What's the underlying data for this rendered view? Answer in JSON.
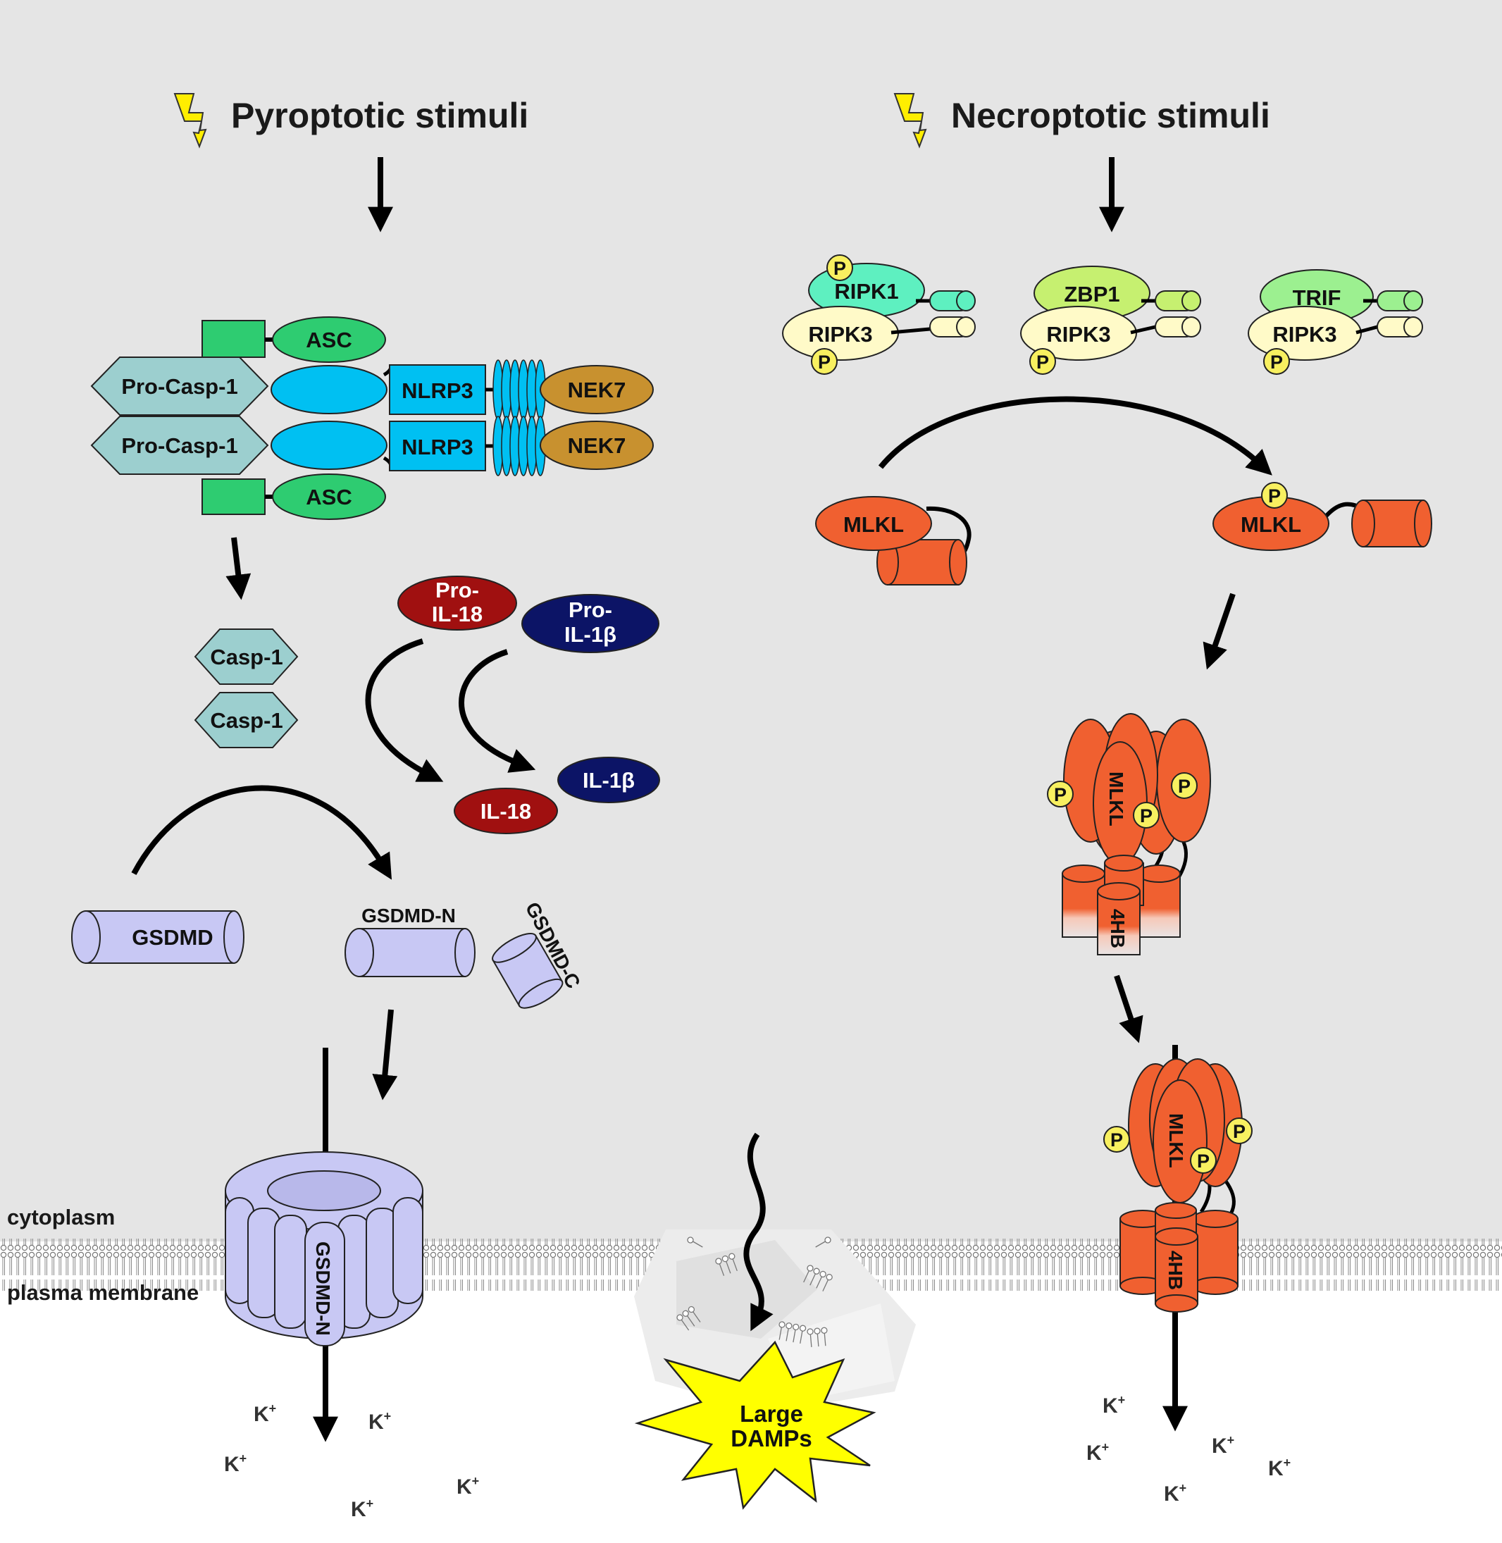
{
  "stimuli": {
    "pyroptotic": "Pyroptotic stimuli",
    "necroptotic": "Necroptotic stimuli"
  },
  "compartments": {
    "cytoplasm": "cytoplasm",
    "plasma_membrane": "plasma membrane"
  },
  "inflammasome": {
    "asc": "ASC",
    "pro_casp1": "Pro-Casp-1",
    "nlrp3": "NLRP3",
    "nek7": "NEK7"
  },
  "caspase": {
    "casp1": "Casp-1"
  },
  "cytokines": {
    "pro_il18_line1": "Pro-",
    "pro_il18_line2": "IL-18",
    "pro_il1b_line1": "Pro-",
    "pro_il1b_line2": "IL-1β",
    "il18": "IL-18",
    "il1b": "IL-1β"
  },
  "gasdermin": {
    "gsdmd": "GSDMD",
    "gsdmd_n": "GSDMD-N",
    "gsdmd_c": "GSDMD-C"
  },
  "necrosome": {
    "ripk1": "RIPK1",
    "ripk3": "RIPK3",
    "zbp1": "ZBP1",
    "trif": "TRIF",
    "phospho": "P"
  },
  "mlkl": {
    "label": "MLKL",
    "helix_bundle": "4HB"
  },
  "damps": {
    "line1": "Large",
    "line2": "DAMPs"
  },
  "ions": {
    "k": "K",
    "charge": "+"
  },
  "colors": {
    "background_cytoplasm": "#e5e5e5",
    "asc_green": "#2ecc71",
    "casp_teal": "#9ccfcf",
    "nlrp3_cyan": "#00c0f2",
    "nek7_gold": "#c8912f",
    "il18_red": "#a01010",
    "il1b_navy": "#0c1466",
    "gsdmd_lavender": "#c8c8f4",
    "ripk1_aqua": "#5ef0c0",
    "ripk3_cream": "#fffac8",
    "zbp1_lime": "#c6f070",
    "trif_green": "#9cf090",
    "mlkl_orange": "#f06030",
    "phospho_yellow": "#f8f060",
    "damp_yellow": "#ffff00",
    "bolt_yellow": "#ffee00"
  }
}
